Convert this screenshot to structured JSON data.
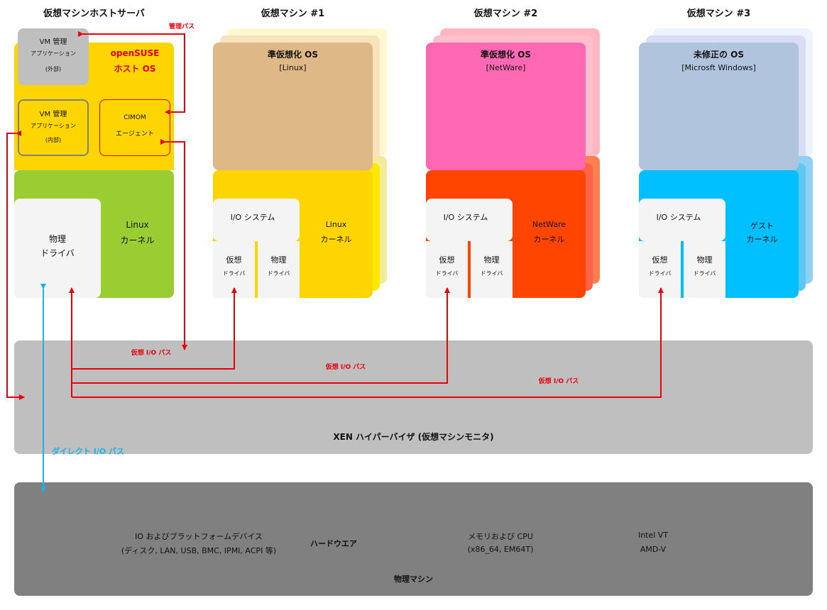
{
  "headers": {
    "host": "仮想マシンホストサーバ",
    "vm1": "仮想マシン #1",
    "vm2": "仮想マシン #2",
    "vm3": "仮想マシン #3"
  },
  "host": {
    "mgmt_path": "管理パス",
    "vm_mgmt_ext": {
      "l1": "VM 管理",
      "l2": "アプリケーション",
      "l3": "(外部)"
    },
    "os": {
      "l1": "openSUSE",
      "l2": "ホスト OS"
    },
    "vm_mgmt_int": {
      "l1": "VM 管理",
      "l2": "アプリケーション",
      "l3": "(内部)"
    },
    "cimom": {
      "l1": "CIMOM",
      "l2": "エージェント"
    },
    "driver": {
      "l1": "物理",
      "l2": "ドライバ"
    },
    "kernel": {
      "l1": "Linux",
      "l2": "カーネル"
    }
  },
  "vms": [
    {
      "os_l1": "準仮想化 OS",
      "os_l2": "[Linux]",
      "io": "I/O システム",
      "vdrv_l1": "仮想",
      "vdrv_l2": "ドライバ",
      "pdrv_l1": "物理",
      "pdrv_l2": "ドライバ",
      "kernel_l1": "Linux",
      "kernel_l2": "カーネル",
      "path": "仮想 I/O パス"
    },
    {
      "os_l1": "準仮想化 OS",
      "os_l2": "[NetWare]",
      "io": "I/O システム",
      "vdrv_l1": "仮想",
      "vdrv_l2": "ドライバ",
      "pdrv_l1": "物理",
      "pdrv_l2": "ドライバ",
      "kernel_l1": "NetWare",
      "kernel_l2": "カーネル",
      "path": "仮想 I/O パス"
    },
    {
      "os_l1": "未修正の OS",
      "os_l2": "[Microsft Windows]",
      "io": "I/O システム",
      "vdrv_l1": "仮想",
      "vdrv_l2": "ドライバ",
      "pdrv_l1": "物理",
      "pdrv_l2": "ドライバ",
      "kernel_l1": "ゲスト",
      "kernel_l2": "カーネル",
      "path": "仮想 I/O パス"
    }
  ],
  "hypervisor": "XEN ハイパーバイザ (仮想マシンモニタ)",
  "direct_path": "ダイレクト I/O パス",
  "hardware": {
    "io_l1": "IO およびプラットフォームデバイス",
    "io_l2": "(ディスク, LAN, USB, BMC, IPMI, ACPI 等)",
    "label": "ハードウエア",
    "mem_l1": "メモリおよび CPU",
    "mem_l2": "(x86_64, EM64T)",
    "vt_l1": "Intel VT",
    "vt_l2": "AMD-V",
    "machine": "物理マシン"
  },
  "colors": {
    "host_os": "#ffd500",
    "host_kernel": "#9acd32",
    "mgmt_box": "#bfbfbf",
    "vm1_os": "#deb887",
    "vm1_kernel": "#ffd500",
    "vm2_os": "#ff69b4",
    "vm2_kernel": "#ff4500",
    "vm3_os": "#b0c4de",
    "vm3_kernel": "#00bfff",
    "hypervisor": "#bfbfbf",
    "hardware": "#808080",
    "path_red": "#e8000b",
    "path_cyan": "#1cb4e8"
  }
}
